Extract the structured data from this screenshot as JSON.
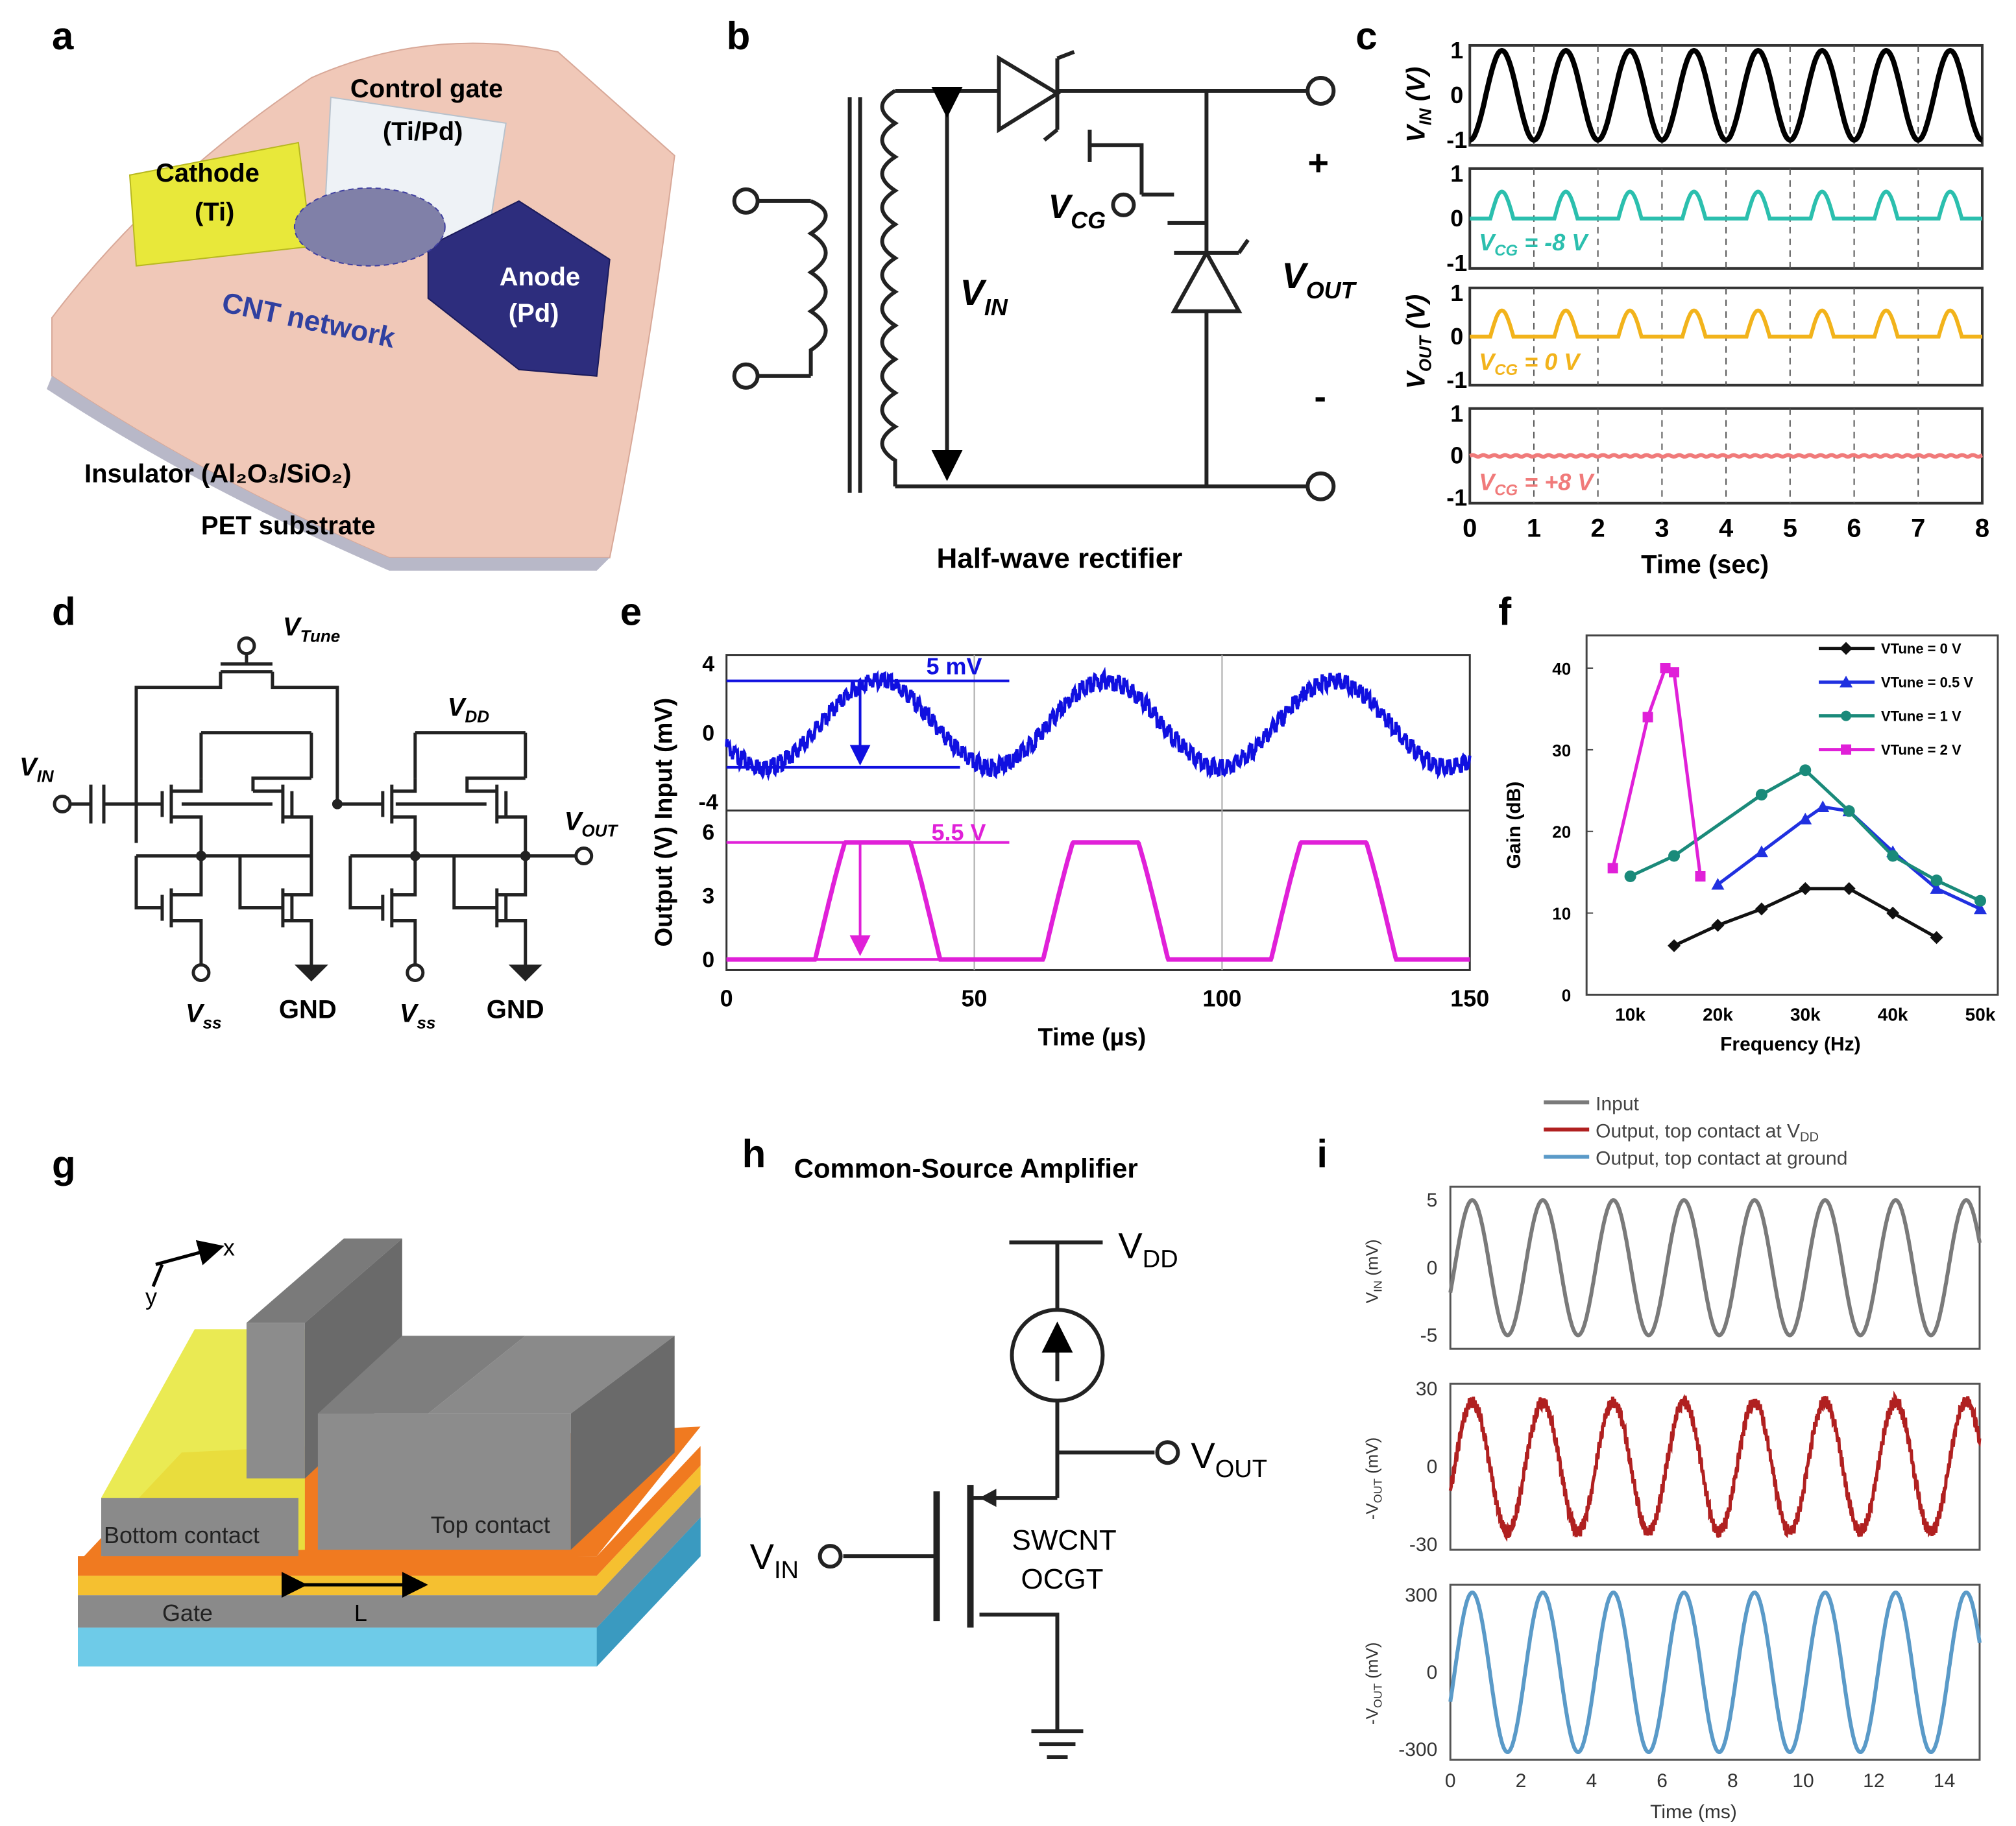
{
  "panels": {
    "a": {
      "letter": "a",
      "labels": {
        "control_gate": "Control gate",
        "control_gate_mat": "(Ti/Pd)",
        "cathode": "Cathode",
        "cathode_mat": "(Ti)",
        "anode": "Anode",
        "anode_mat": "(Pd)",
        "cnt": "CNT network",
        "insulator": "Insulator (Al₂O₃/SiO₂)",
        "pet": "PET substrate"
      }
    },
    "b": {
      "letter": "b",
      "caption": "Half-wave rectifier",
      "v_in": "V",
      "v_in_sub": "IN",
      "v_cg": "V",
      "v_cg_sub": "CG",
      "v_out": "V",
      "v_out_sub": "OUT",
      "plus": "+",
      "minus": "-"
    },
    "c": {
      "letter": "c",
      "ylabel_top": "V",
      "ylabel_top_sub": "IN",
      "ylabel_top_unit": " (V)",
      "ylabel_bottom": "V",
      "ylabel_bottom_sub": "OUT",
      "ylabel_bottom_unit": " (V)",
      "xlabel": "Time (sec)",
      "annot": [
        "V",
        "CG",
        " = -8 V",
        " = 0 V",
        " = +8 V"
      ],
      "colors": {
        "vin": "#000000",
        "neg8": "#2bbfae",
        "zero": "#f2b31b",
        "pos8": "#f07a7a"
      }
    },
    "d": {
      "letter": "d",
      "v_tune": "V",
      "v_tune_sub": "Tune",
      "v_dd": "V",
      "v_dd_sub": "DD",
      "v_in": "V",
      "v_in_sub": "IN",
      "v_out": "V",
      "v_out_sub": "OUT",
      "v_ss": "V",
      "v_ss_sub": "ss",
      "gnd": "GND"
    },
    "e": {
      "letter": "e",
      "ylabel": "Output (V) Input (mV)",
      "xlabel": "Time (µs)",
      "annot_input": "5 mV",
      "annot_output": "5.5 V",
      "colors": {
        "input": "#1010e0",
        "output": "#e020d8"
      }
    },
    "f": {
      "letter": "f",
      "ylabel": "Gain (dB)",
      "xlabel": "Frequency (Hz)"
    },
    "g": {
      "letter": "g",
      "axis_x": "x",
      "axis_y": "y",
      "bottom_contact": "Bottom contact",
      "top_contact": "Top contact",
      "gate": "Gate",
      "length": "L"
    },
    "h": {
      "letter": "h",
      "title": "Common-Source Amplifier",
      "v_dd": "V",
      "v_dd_sub": "DD",
      "v_out": "V",
      "v_out_sub": "OUT",
      "v_in": "V",
      "v_in_sub": "IN",
      "device": "SWCNT",
      "device2": "OCGT"
    },
    "i": {
      "letter": "i",
      "legend": [
        "Input",
        "Output, top contact at V",
        "Output, top contact at ground"
      ],
      "legend_sub": "DD",
      "ylabels": [
        [
          "V",
          "IN",
          " (mV)"
        ],
        [
          "-V",
          "OUT",
          " (mV)"
        ],
        [
          "-V",
          "OUT",
          " (mV)"
        ]
      ],
      "xlabel": "Time (ms)",
      "colors": {
        "input": "#7a7a7a",
        "top_vdd": "#b02020",
        "ground": "#5a9ac8"
      }
    }
  },
  "chart_data": [
    {
      "panel": "c",
      "type": "line",
      "xlabel": "Time (sec)",
      "x_ticks": [
        0,
        1,
        2,
        3,
        4,
        5,
        6,
        7,
        8
      ],
      "xlim": [
        0,
        8
      ],
      "subplots": [
        {
          "ylabel": "VIN (V)",
          "ylim": [
            -1,
            1
          ],
          "y_ticks": [
            -1,
            0,
            1
          ],
          "series": [
            {
              "waveform": "sine",
              "amplitude": 1,
              "frequency_hz": 1,
              "color": "#000000"
            }
          ]
        },
        {
          "annotation": "VCG = -8 V",
          "ylim": [
            -1,
            1
          ],
          "y_ticks": [
            -1,
            0,
            1
          ],
          "series": [
            {
              "waveform": "half-wave pulses",
              "peak": 0.6,
              "frequency_hz": 1,
              "color": "#2bbfae"
            }
          ]
        },
        {
          "ylabel": "VOUT (V)",
          "annotation": "VCG = 0 V",
          "ylim": [
            -1,
            1
          ],
          "y_ticks": [
            -1,
            0,
            1
          ],
          "series": [
            {
              "waveform": "half-wave pulses",
              "peak": 0.6,
              "frequency_hz": 1,
              "color": "#f2b31b"
            }
          ]
        },
        {
          "annotation": "VCG = +8 V",
          "ylim": [
            -1,
            1
          ],
          "y_ticks": [
            -1,
            0,
            1
          ],
          "series": [
            {
              "waveform": "flat",
              "value": 0,
              "color": "#f07a7a"
            }
          ]
        }
      ]
    },
    {
      "panel": "e",
      "type": "line",
      "xlabel": "Time (µs)",
      "x_ticks": [
        0,
        50,
        100,
        150
      ],
      "xlim": [
        0,
        150
      ],
      "subplots": [
        {
          "name": "Input (mV)",
          "ylim": [
            -4.5,
            4.5
          ],
          "y_ticks": [
            -4,
            0,
            4
          ],
          "series": [
            {
              "waveform": "sine",
              "amplitude": 2.5,
              "offset": 0.5,
              "period_us": 46,
              "color": "#1010e0"
            }
          ],
          "annotation": "5 mV"
        },
        {
          "name": "Output (V)",
          "ylim": [
            -0.5,
            7
          ],
          "y_ticks": [
            0,
            3,
            6
          ],
          "series": [
            {
              "waveform": "clipped sine",
              "peak": 5.5,
              "period_us": 46,
              "color": "#e020d8"
            }
          ],
          "annotation": "5.5 V"
        }
      ]
    },
    {
      "panel": "f",
      "type": "line",
      "xlabel": "Frequency (Hz)",
      "ylabel": "Gain (dB)",
      "xlim": [
        5000,
        52000
      ],
      "ylim": [
        0,
        44
      ],
      "x_ticks": [
        "10k",
        "20k",
        "30k",
        "40k",
        "50k"
      ],
      "y_ticks": [
        0,
        10,
        20,
        30,
        40
      ],
      "legend_position": "top-right",
      "series": [
        {
          "name": "VTune = 0 V",
          "color": "#111111",
          "marker": "diamond",
          "x": [
            15000,
            20000,
            25000,
            30000,
            35000,
            40000,
            45000
          ],
          "y": [
            6,
            8.5,
            10.5,
            13,
            13,
            10,
            7
          ]
        },
        {
          "name": "VTune = 0.5 V",
          "color": "#2030e0",
          "marker": "triangle",
          "x": [
            20000,
            25000,
            30000,
            32000,
            35000,
            40000,
            45000,
            50000
          ],
          "y": [
            13.5,
            17.5,
            21.5,
            23,
            22.5,
            17.5,
            13,
            10.5
          ]
        },
        {
          "name": "VTune = 1 V",
          "color": "#1a8a7a",
          "marker": "circle",
          "x": [
            10000,
            15000,
            25000,
            30000,
            35000,
            40000,
            45000,
            50000
          ],
          "y": [
            14.5,
            17,
            24.5,
            27.5,
            22.5,
            17,
            14,
            11.5
          ]
        },
        {
          "name": "VTune = 2 V",
          "color": "#e020d8",
          "marker": "square",
          "x": [
            8000,
            12000,
            14000,
            15000,
            18000
          ],
          "y": [
            15.5,
            34,
            40,
            39.5,
            14.5
          ]
        }
      ]
    },
    {
      "panel": "i",
      "type": "line",
      "xlabel": "Time (ms)",
      "x_ticks": [
        0,
        2,
        4,
        6,
        8,
        10,
        12,
        14
      ],
      "xlim": [
        0,
        15
      ],
      "legend_position": "top",
      "subplots": [
        {
          "ylabel": "VIN (mV)",
          "ylim": [
            -6,
            6
          ],
          "y_ticks": [
            -5,
            0,
            5
          ],
          "series": [
            {
              "name": "Input",
              "waveform": "sine",
              "amplitude": 5,
              "period_ms": 2,
              "color": "#7a7a7a"
            }
          ]
        },
        {
          "ylabel": "-VOUT (mV)",
          "ylim": [
            -32,
            32
          ],
          "y_ticks": [
            -30,
            0,
            30
          ],
          "series": [
            {
              "name": "Output, top contact at VDD",
              "waveform": "sine",
              "amplitude": 25,
              "period_ms": 2,
              "color": "#b02020"
            }
          ]
        },
        {
          "ylabel": "-VOUT (mV)",
          "ylim": [
            -340,
            340
          ],
          "y_ticks": [
            -300,
            0,
            300
          ],
          "series": [
            {
              "name": "Output, top contact at ground",
              "waveform": "sine",
              "amplitude": 310,
              "period_ms": 2,
              "color": "#5a9ac8"
            }
          ]
        }
      ]
    }
  ]
}
